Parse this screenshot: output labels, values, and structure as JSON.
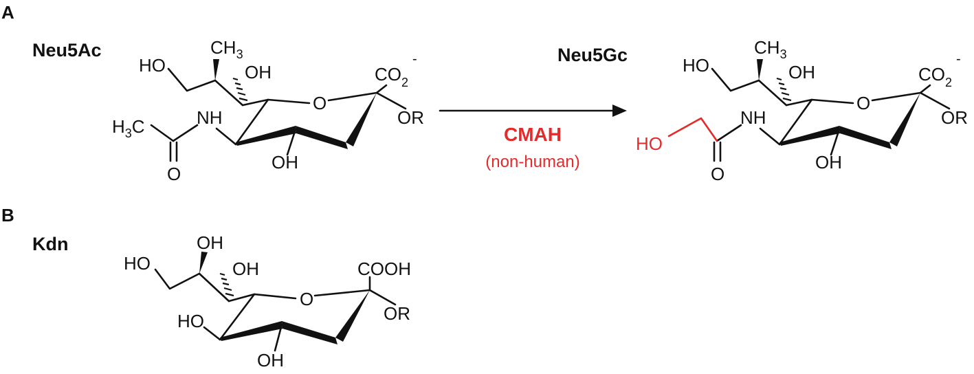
{
  "panels": {
    "a": {
      "letter": "A"
    },
    "b": {
      "letter": "B"
    }
  },
  "molecules": {
    "neu5ac": {
      "name": "Neu5Ac",
      "ho_top": "HO",
      "ch": "CH",
      "ch_sub": "3",
      "oh_c7": "OH",
      "co": "CO",
      "co_sub": "2",
      "co_sup": "-",
      "ring_o": "O",
      "or": "OR",
      "acetyl_h": "H",
      "acetyl_h_sub": "3",
      "acetyl_c": "C",
      "nh": "NH",
      "carbonyl_o": "O",
      "oh_c4": "OH"
    },
    "neu5gc": {
      "name": "Neu5Gc",
      "ho_top": "HO",
      "ch": "CH",
      "ch_sub": "3",
      "oh_c7": "OH",
      "co": "CO",
      "co_sub": "2",
      "co_sup": "-",
      "ring_o": "O",
      "or": "OR",
      "glycolyl_ho": "HO",
      "nh": "NH",
      "carbonyl_o": "O",
      "oh_c4": "OH"
    },
    "kdn": {
      "name": "Kdn",
      "oh_c8": "OH",
      "ho_c9": "HO",
      "oh_c7": "OH",
      "cooh": "COOH",
      "ring_o": "O",
      "or": "OR",
      "ho_c5": "HO",
      "oh_c4": "OH"
    }
  },
  "reaction": {
    "enzyme": "CMAH",
    "note": "(non-human)"
  },
  "colors": {
    "ink": "#111111",
    "highlight": "#e42a2a"
  }
}
